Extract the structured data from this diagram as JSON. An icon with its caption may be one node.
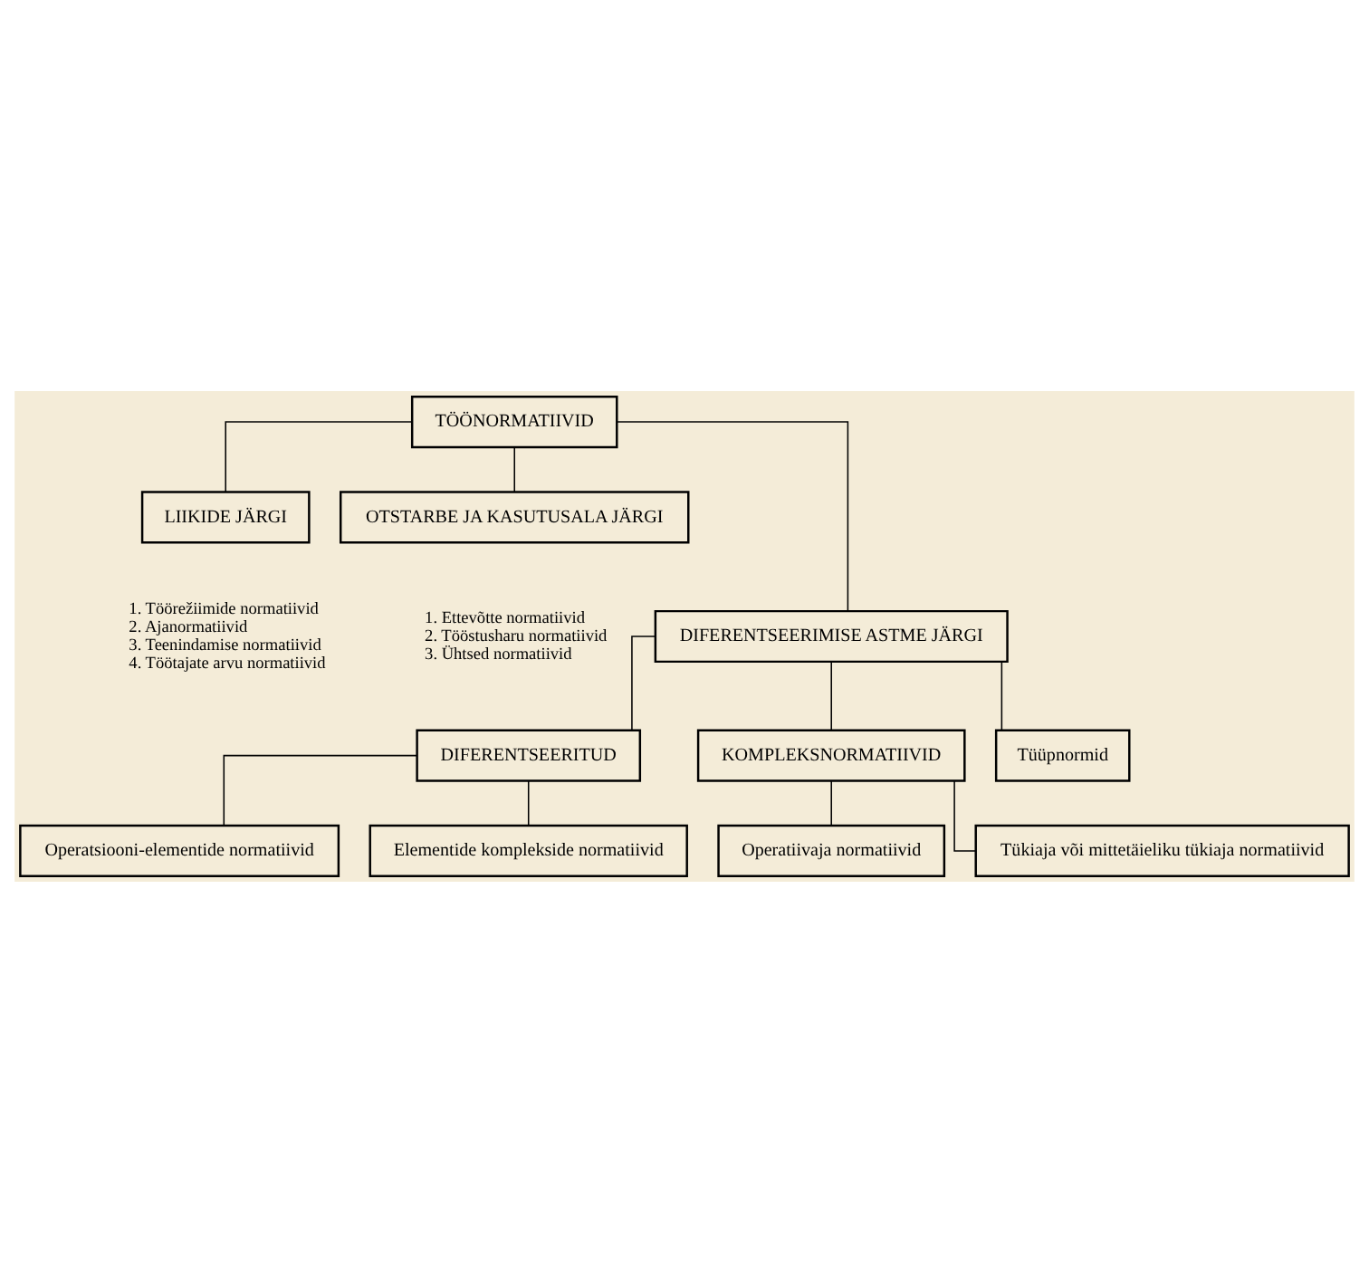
{
  "diagram": {
    "nodes": [
      {
        "text": [
          "TÖÖNORMATIIVID"
        ]
      },
      {
        "text": [
          "LIIKIDE JÄRGI"
        ],
        "beside": [
          "1. Töörežiimide normatiivid",
          "2. Ajanormatiivid",
          "3. Teenindamise normatiivid",
          "4. Töötajate arvu normatiivid"
        ]
      },
      {
        "text": [
          "OTSTARBE JA KASUTUSALA JÄRGI"
        ],
        "beside": [
          "1. Ettevõtte normatiivid",
          "2. Tööstusharu normatiivid",
          "3. Ühtsed normatiivid"
        ]
      },
      {
        "text": [
          "DIFERENTSEERIMISE ASTME JÄRGI"
        ]
      },
      {
        "text": [
          "DIFERENTSEERITUD"
        ]
      },
      {
        "text": [
          "KOMPLEKSNORMATIIVID"
        ]
      },
      {
        "text": [
          "Operatsiooni-elementide normatiivid"
        ]
      },
      {
        "text": [
          "Elementide komplekside normatiivid"
        ]
      },
      {
        "text": [
          "Operatiivaja normatiivid"
        ]
      },
      {
        "text": [
          "Tükiaja või mittetäieliku tükiaja normatiivid"
        ]
      },
      {
        "text": [
          "Tüüpnormid"
        ]
      }
    ],
    "edges": [
      {
        "from": 0,
        "to": 1,
        "arrow": "none"
      },
      {
        "from": 0,
        "to": 2,
        "arrow": "none"
      },
      {
        "from": 0,
        "to": 3,
        "arrow": "none"
      },
      {
        "from": 3,
        "to": 4,
        "arrow": "none"
      },
      {
        "from": 3,
        "to": 5,
        "arrow": "none"
      },
      {
        "from": 3,
        "to": 10,
        "arrow": "none"
      },
      {
        "from": 4,
        "to": 6,
        "arrow": "none"
      },
      {
        "from": 4,
        "to": 7,
        "arrow": "none"
      },
      {
        "from": 5,
        "to": 8,
        "arrow": "none"
      },
      {
        "from": 5,
        "to": 9,
        "arrow": "none"
      }
    ]
  }
}
